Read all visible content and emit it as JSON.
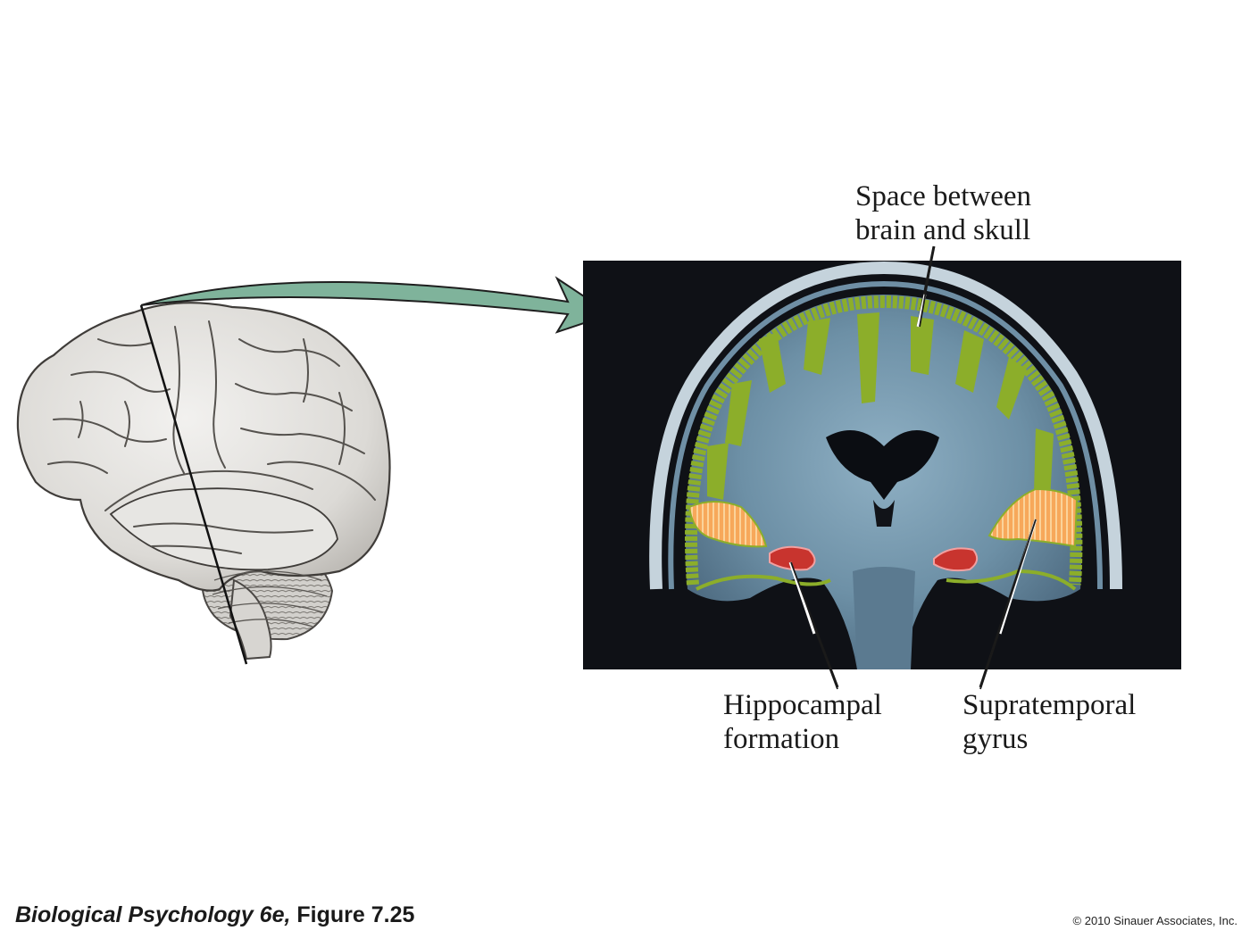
{
  "labels": {
    "space_line1": "Space between",
    "space_line2": "brain and skull",
    "hippo_line1": "Hippocampal",
    "hippo_line2": "formation",
    "supra_line1": "Supratemporal",
    "supra_line2": "gyrus"
  },
  "caption": {
    "book_title": "Biological Psychology 6e,",
    "figure": " Figure 7.25"
  },
  "copyright": "© 2010 Sinauer Associates, Inc.",
  "colors": {
    "arrow": "#7fb39b",
    "mri_background": "#0f1116",
    "mri_tissue": "#5f7f94",
    "csf_overlay": "#8cae2a",
    "supratemporal": "#f6a255",
    "hippocampal": "#c8342e",
    "brain_fill": "#e4e2df"
  },
  "icons": [
    "lateral-brain-illustration",
    "coronal-mri-scan",
    "section-plane-line",
    "curved-arrow"
  ]
}
